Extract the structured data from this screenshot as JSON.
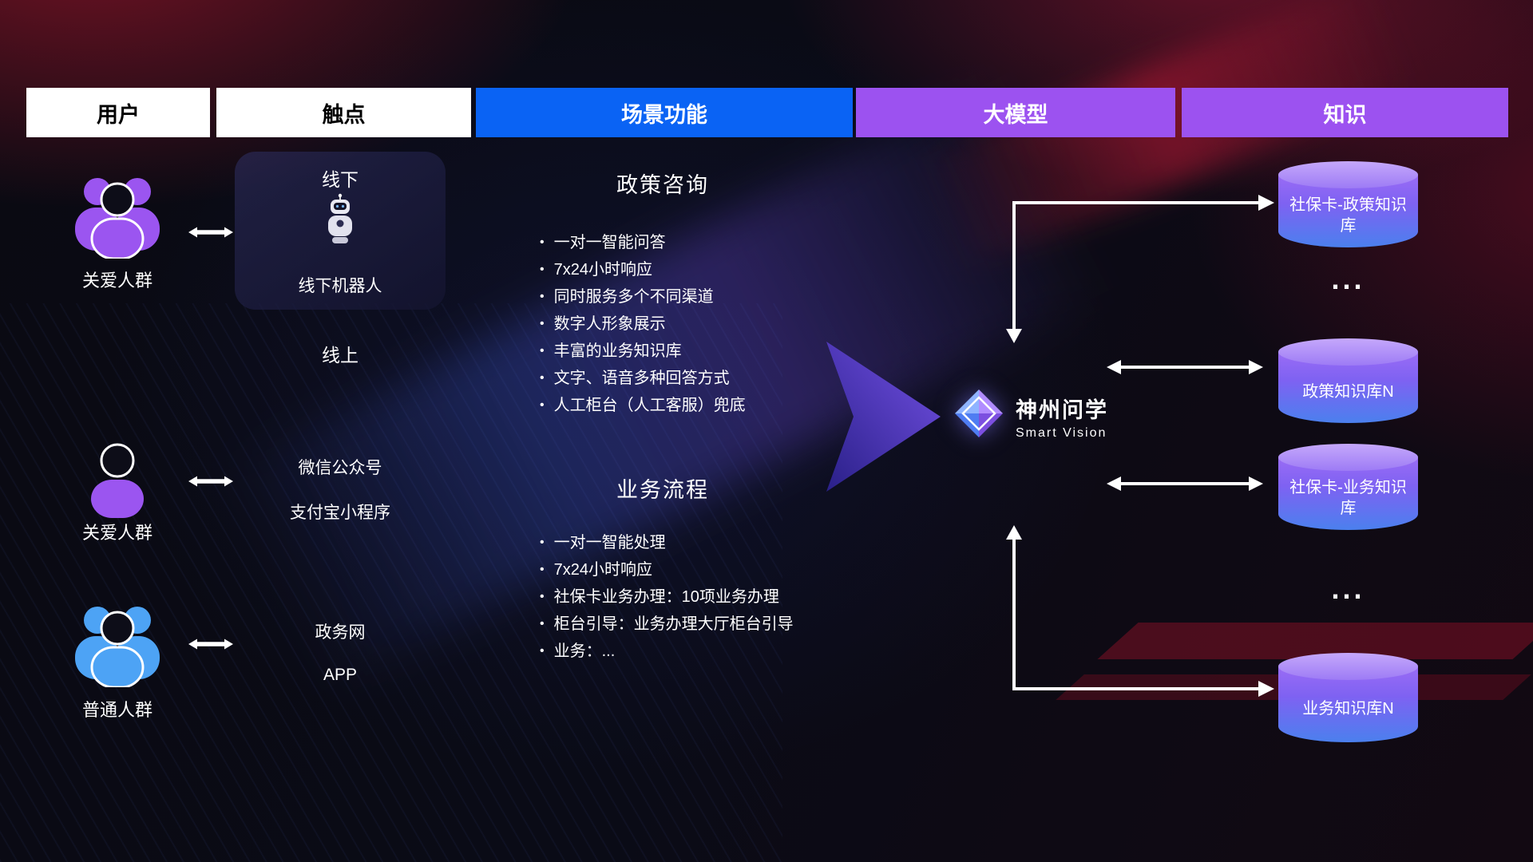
{
  "header": {
    "columns": [
      {
        "label": "用户"
      },
      {
        "label": "触点"
      },
      {
        "label": "场景功能"
      },
      {
        "label": "大模型"
      },
      {
        "label": "知识"
      }
    ]
  },
  "users": {
    "groups": [
      {
        "label": "关爱人群"
      },
      {
        "label": "关爱人群"
      },
      {
        "label": "普通人群"
      }
    ]
  },
  "touchpoints": {
    "offline": {
      "title": "线下",
      "robot_label": "线下机器人"
    },
    "online_title": "线上",
    "channels": [
      "微信公众号",
      "支付宝小程序",
      "政务网",
      "APP"
    ]
  },
  "scenarios": {
    "policy": {
      "title": "政策咨询",
      "items": [
        "一对一智能问答",
        "7x24小时响应",
        "同时服务多个不同渠道",
        "数字人形象展示",
        "丰富的业务知识库",
        "文字、语音多种回答方式",
        "人工柜台（人工客服）兜底"
      ]
    },
    "business": {
      "title": "业务流程",
      "items": [
        "一对一智能处理",
        "7x24小时响应",
        "社保卡业务办理：10项业务办理",
        "柜台引导：业务办理大厅柜台引导",
        "业务：..."
      ]
    }
  },
  "model": {
    "name": "神州问学",
    "subtitle": "Smart Vision"
  },
  "knowledge": {
    "databases": [
      {
        "label": "社保卡-政策知识库"
      },
      {
        "label": "政策知识库N"
      },
      {
        "label": "社保卡-业务知识库"
      },
      {
        "label": "业务知识库N"
      }
    ],
    "ellipsis": "..."
  },
  "colors": {
    "header_white": "#ffffff",
    "header_blue": "#0a63f4",
    "header_purple": "#9c52f0",
    "user_purple": "#9b55f0",
    "user_blue": "#4da3f5",
    "arrow_purple": "#7a55f2",
    "db_top": "#c3a6fa",
    "db_body_start": "#9a6cf5",
    "db_body_end": "#4b80ee",
    "connector_white": "#ffffff"
  }
}
